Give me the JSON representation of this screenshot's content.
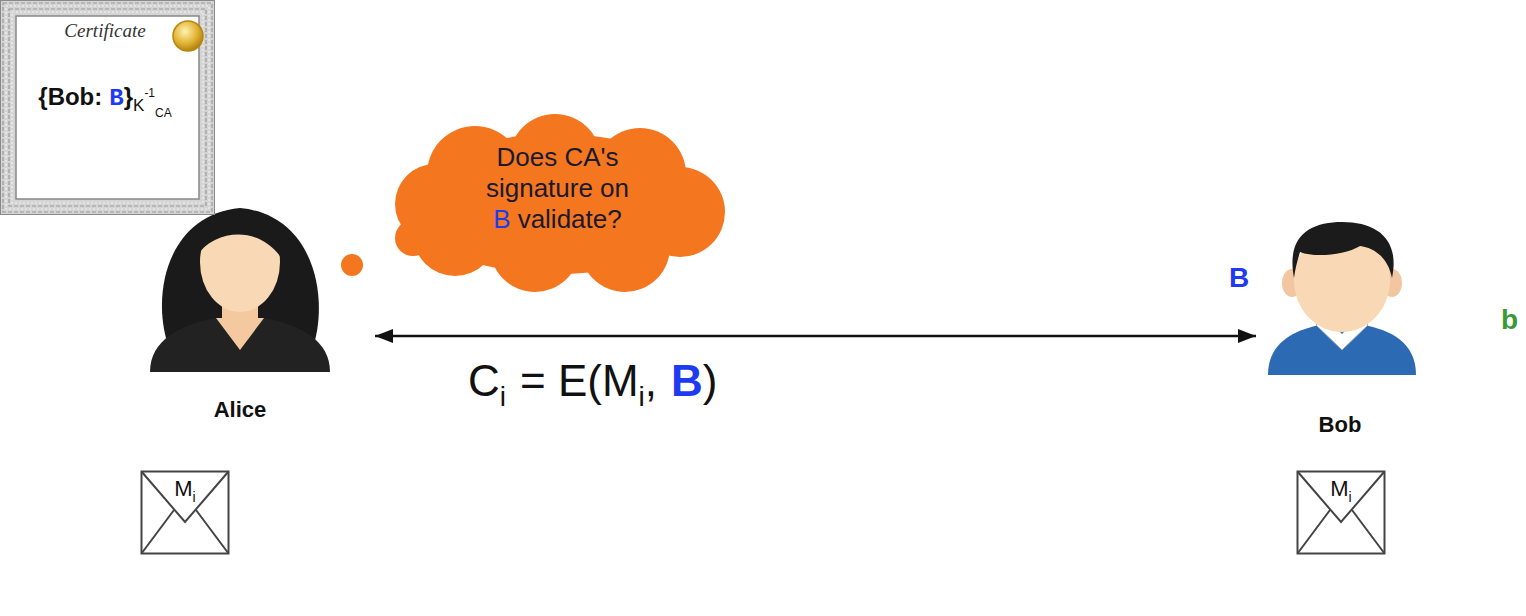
{
  "diagram": {
    "nodes": [
      {
        "text": [
          "Certificate",
          "{",
          "Bob",
          ":",
          "B",
          "}",
          "K",
          "-1",
          "CA"
        ]
      },
      {
        "text": [
          "Does CA's signature on",
          "B",
          "validate?"
        ]
      },
      {
        "text": [
          "Alice"
        ]
      },
      {
        "text": [
          "Bob"
        ]
      },
      {
        "text": [
          "M",
          "i"
        ]
      },
      {
        "text": [
          "M",
          "i"
        ]
      }
    ],
    "edges": [
      {
        "from": 2,
        "to": 3,
        "arrow": "both"
      }
    ],
    "labels": [
      "C",
      "i",
      "= E(M",
      "i",
      ",",
      "B",
      ")",
      "B",
      "b"
    ]
  }
}
